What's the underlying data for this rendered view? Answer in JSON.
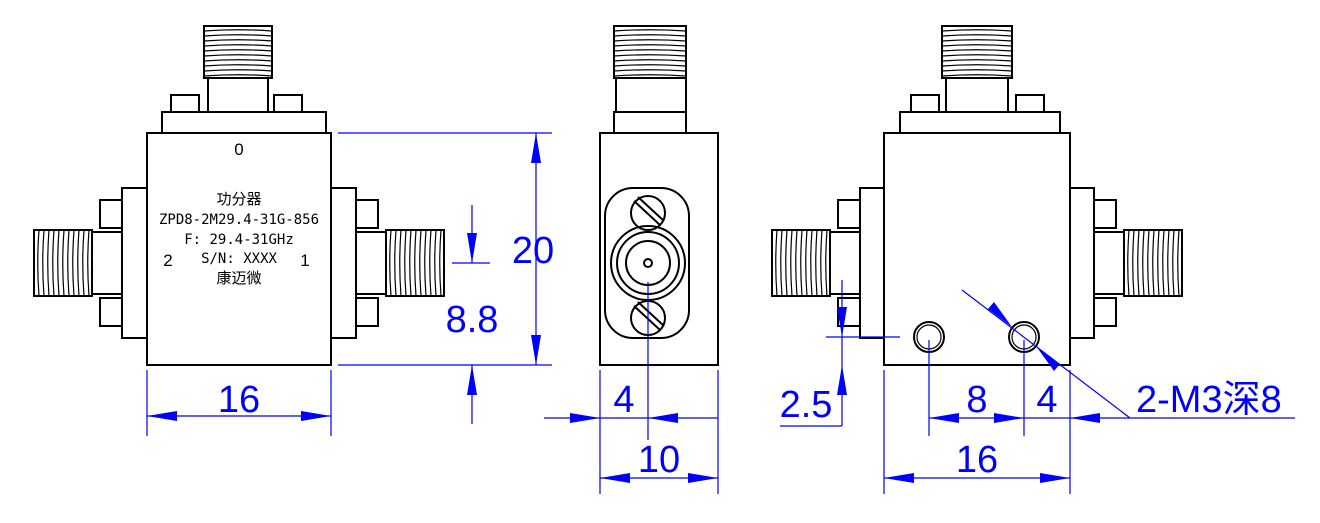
{
  "front_view": {
    "port_top": "0",
    "port_left": "2",
    "port_right": "1",
    "title": "功分器",
    "model": "ZPD8-2M29.4-31G-856",
    "freq": "F: 29.4-31GHz",
    "serial": "S/N: XXXX",
    "maker": "康迈微"
  },
  "dimensions": {
    "front_width": "16",
    "height": "20",
    "port_offset": "8.8",
    "side_offset": "4",
    "side_width": "10",
    "hole_offset": "2.5",
    "hole_spacing": "8",
    "hole_edge": "4",
    "back_width": "16",
    "hole_spec": "2-M3深8"
  }
}
